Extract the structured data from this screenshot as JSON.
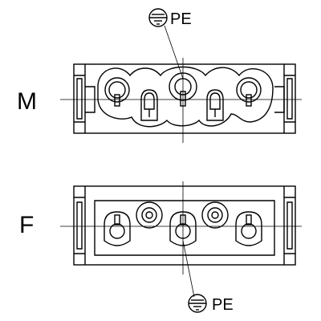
{
  "diagram": {
    "connectors": [
      {
        "id": "male",
        "label": "M"
      },
      {
        "id": "female",
        "label": "F"
      }
    ],
    "pe_labels": {
      "top": "PE",
      "bottom": "PE"
    },
    "icons": {
      "earth": "protective-earth-icon"
    }
  }
}
